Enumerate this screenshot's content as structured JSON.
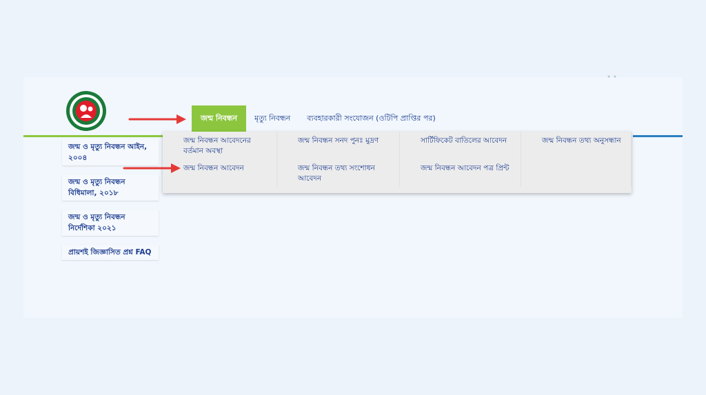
{
  "colors": {
    "accent_green": "#8cc63f",
    "nav_text": "#1d3c8f",
    "arrow_red": "#e53935",
    "brand_blue": "#2a7fc1"
  },
  "nav": {
    "items": [
      {
        "label": "জন্ম নিবন্ধন",
        "active": true
      },
      {
        "label": "মৃত্যু নিবন্ধন",
        "active": false
      },
      {
        "label": "ব্যবহারকারী সংযোজন (ওটিপি প্রাপ্তির পর)",
        "active": false
      }
    ]
  },
  "dropdown": {
    "items": [
      "জন্ম নিবন্ধন আবেদনের বর্তমান অবস্থা",
      "জন্ম নিবন্ধন সনদ পুনঃ মুদ্রণ",
      "সার্টিফিকেট বাতিলের আবেদন",
      "জন্ম নিবন্ধন তথ্য অনুসন্ধান",
      "জন্ম নিবন্ধন আবেদন",
      "জন্ম নিবন্ধন তথ্য সংশোধন আবেদন",
      "জন্ম নিবন্ধন আবেদন পত্র প্রিন্ট"
    ]
  },
  "sidebar": {
    "items": [
      "জন্ম ও মৃত্যু নিবন্ধন আইন, ২০০৪",
      "জন্ম ও মৃত্যু নিবন্ধন বিধিমালা, ২০১৮",
      "জন্ম ও মৃত্যু নিবন্ধন নির্দেশিকা ২০২১",
      "প্রায়শই জিজ্ঞাসিত প্রশ্ন FAQ"
    ]
  },
  "icons": {
    "logo": "government-seal-logo-icon",
    "arrow": "red-arrow-right-icon"
  }
}
